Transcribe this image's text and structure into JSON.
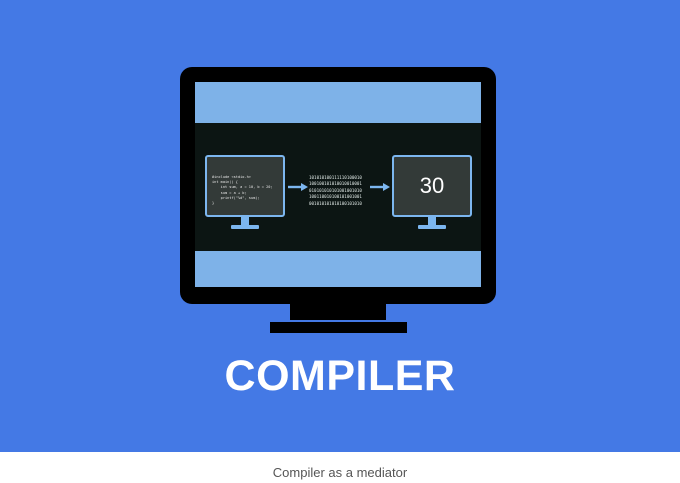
{
  "illustration": {
    "title": "COMPILER",
    "source_code": [
      "#include <stdio.h>",
      "int main() {",
      "    int sum, a = 10, b = 20;",
      "    sum = a + b;",
      "    printf(\"%d\", sum);",
      "}"
    ],
    "binary_lines": [
      "101010100111110100010",
      "100100101010010010001",
      "010101010101001001010",
      "100110010100101001001",
      "001010101010100101010"
    ],
    "result": "30",
    "colors": {
      "background": "#4479e5",
      "screen_band": "#7eb2e8",
      "scene": "#0c1513",
      "accent": "#7cb6ef"
    }
  },
  "caption": "Compiler as a mediator"
}
